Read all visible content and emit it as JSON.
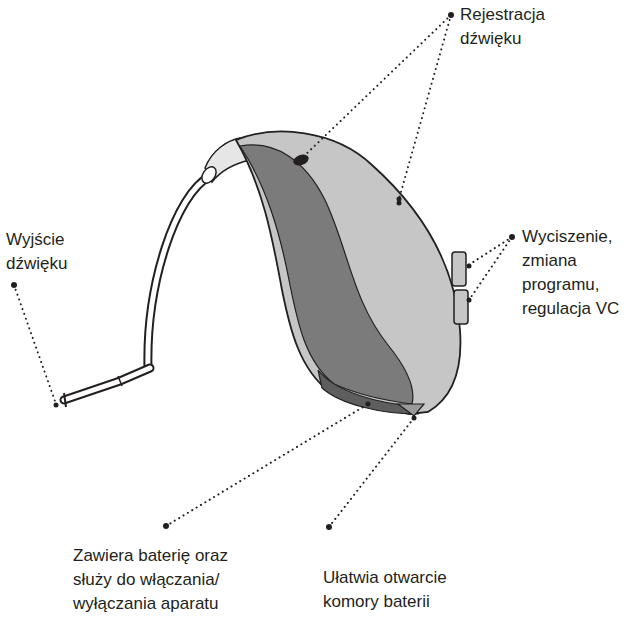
{
  "diagram": {
    "labels": [
      "Rejestracja dźwięku",
      "Wyjście dźwięku",
      "Wyciszenie, zmiana programu, regulacja VC",
      "Zawiera baterię oraz służy do włączania/ wyłączania aparatu",
      "Ułatwia otwarcie komory baterii"
    ]
  }
}
